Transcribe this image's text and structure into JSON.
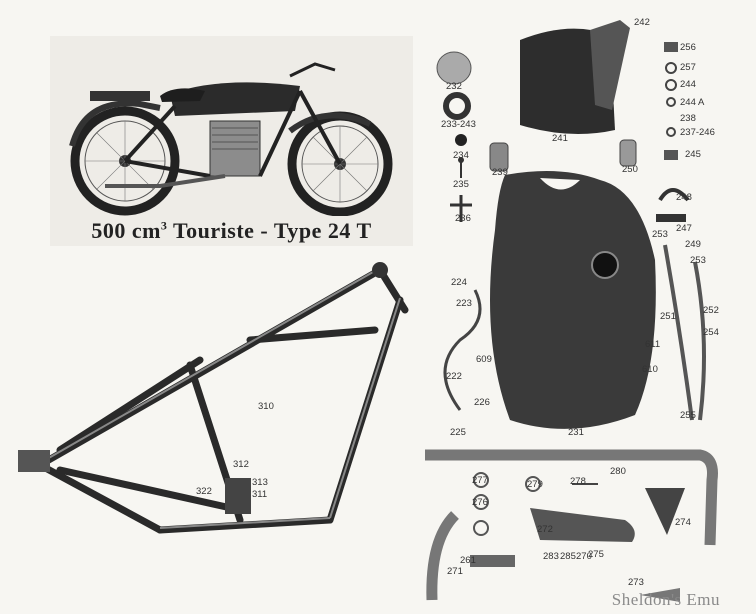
{
  "caption": {
    "text": "500 cm",
    "superscript": "3",
    "rest": " Touriste - Type 24 T"
  },
  "watermark": "Sheldon's Emu",
  "part_numbers": {
    "p232": "232",
    "p233_243": "233-243",
    "p234": "234",
    "p235": "235",
    "p236": "236",
    "p239": "239",
    "p241": "241",
    "p242": "242",
    "p250": "250",
    "p256": "256",
    "p257": "257",
    "p244": "244",
    "p244a": "244 A",
    "p238": "238",
    "p237_246": "237-246",
    "p245": "245",
    "p248": "248",
    "p247": "247",
    "p253a": "253",
    "p249": "249",
    "p253b": "253",
    "p252": "252",
    "p254": "254",
    "p251": "251",
    "p255": "255",
    "p224": "224",
    "p223": "223",
    "p609": "609",
    "p222": "222",
    "p226": "226",
    "p225": "225",
    "p231": "231",
    "p611": "611",
    "p610": "610",
    "p310": "310",
    "p312": "312",
    "p313": "313",
    "p322": "322",
    "p311": "311",
    "p280": "280",
    "p277": "277",
    "p279": "279",
    "p278": "278",
    "p276": "276",
    "p272": "272",
    "p275": "275",
    "p274": "274",
    "p261": "261",
    "p271": "271",
    "p273": "273",
    "p283": "283",
    "p285": "285",
    "p270": "270"
  }
}
